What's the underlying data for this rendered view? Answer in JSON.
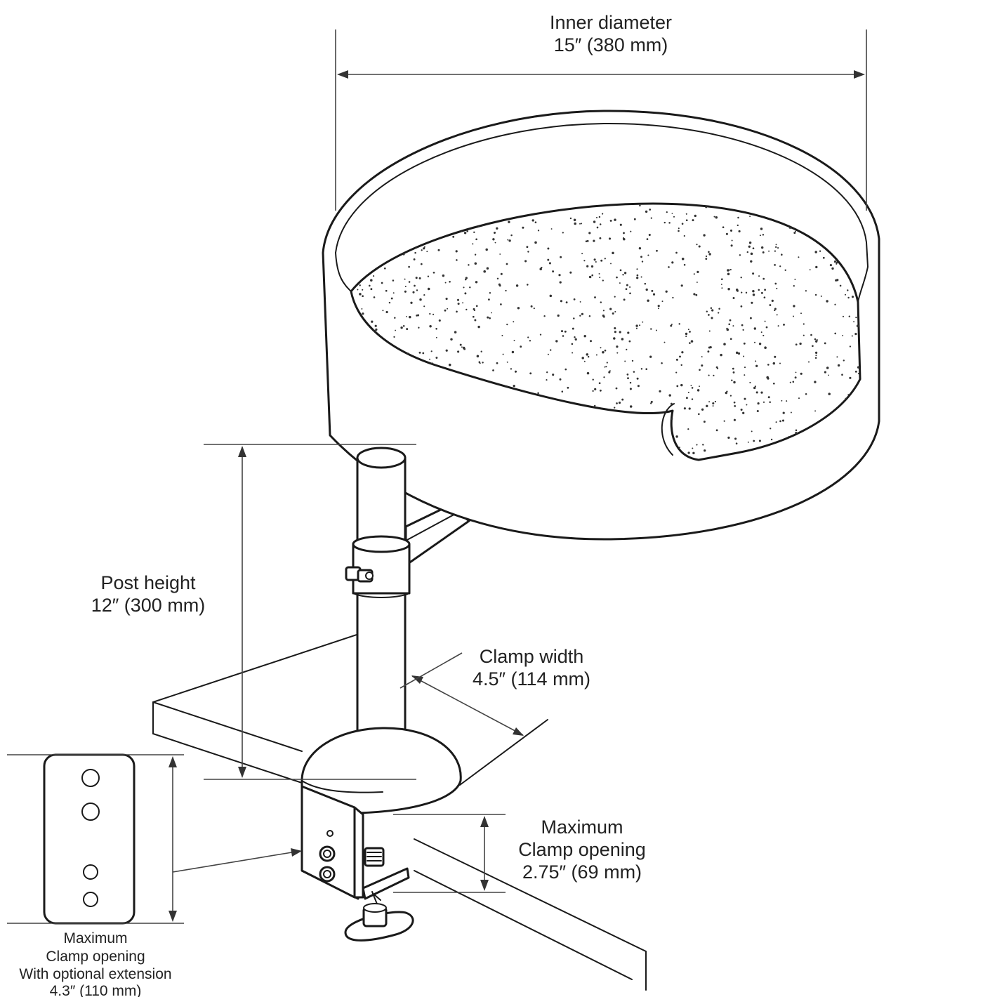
{
  "labels": {
    "inner_diameter": {
      "title": "Inner diameter",
      "value": "15″ (380 mm)"
    },
    "post_height": {
      "title": "Post height",
      "value": "12″ (300 mm)"
    },
    "clamp_width": {
      "title": "Clamp width",
      "value": "4.5″ (114 mm)"
    },
    "max_clamp_opening": {
      "line1": "Maximum",
      "line2": "Clamp opening",
      "value": "2.75″ (69 mm)"
    },
    "max_clamp_opening_ext": {
      "line1": "Maximum",
      "line2": "Clamp opening",
      "line3": "With optional extension",
      "value": "4.3″ (110 mm)"
    }
  },
  "colors": {
    "ink": "#1a1a1a",
    "background": "#ffffff"
  }
}
